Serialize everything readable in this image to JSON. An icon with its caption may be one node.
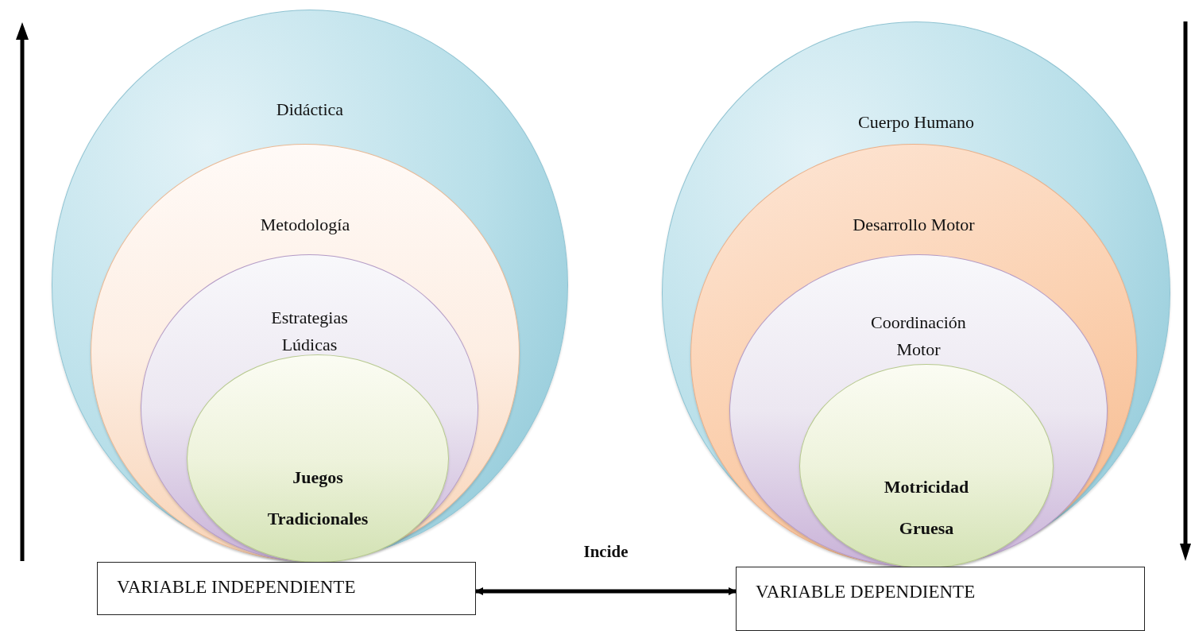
{
  "diagram": {
    "nodes": [
      {
        "text": [
          "Didáctica"
        ]
      },
      {
        "text": [
          "Metodología"
        ],
        "in": 0
      },
      {
        "text": [
          "Estrategias Lúdicas"
        ],
        "in": 1
      },
      {
        "text": [
          "Juegos Tradicionales"
        ],
        "in": 2
      },
      {
        "text": [
          "Cuerpo Humano"
        ]
      },
      {
        "text": [
          "Desarrollo Motor"
        ],
        "in": 4
      },
      {
        "text": [
          "Coordinación Motor"
        ],
        "in": 5
      },
      {
        "text": [
          "Motricidad Gruesa"
        ],
        "in": 6
      },
      {
        "text": [
          "VARIABLE INDEPENDIENTE"
        ]
      },
      {
        "text": [
          "VARIABLE DEPENDIENTE"
        ]
      }
    ],
    "edges": [
      {
        "from": 8,
        "to": 9,
        "arrow": "both",
        "label": "Incide"
      }
    ]
  }
}
